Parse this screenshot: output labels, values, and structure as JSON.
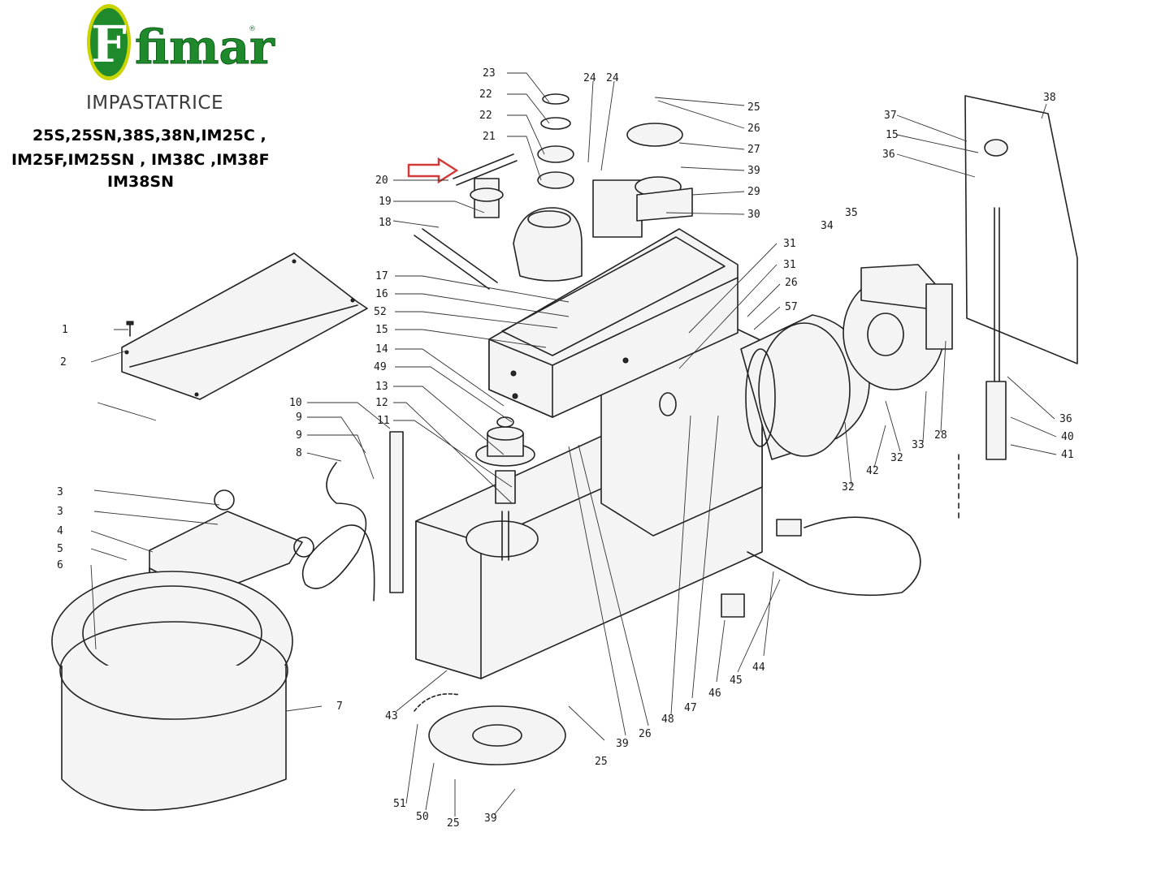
{
  "header": {
    "brand": "fimar",
    "brand_letter": "F",
    "title": "IMPASTATRICE",
    "models": [
      "25S,25SN,38S,38N,IM25C ,",
      "IM25F,IM25SN , IM38C ,IM38F",
      "IM38SN"
    ]
  },
  "colors": {
    "brand_green": "#1f8a2c",
    "brand_green_dark": "#0d5c17",
    "logo_oval": "#c9d400",
    "arrow": "#d23a3a",
    "line": "#222222"
  },
  "callouts": [
    {
      "id": "c-23",
      "label": "23"
    },
    {
      "id": "c-22a",
      "label": "22"
    },
    {
      "id": "c-22b",
      "label": "22"
    },
    {
      "id": "c-21",
      "label": "21"
    },
    {
      "id": "c-20",
      "label": "20"
    },
    {
      "id": "c-19",
      "label": "19"
    },
    {
      "id": "c-18",
      "label": "18"
    },
    {
      "id": "c-24a",
      "label": "24"
    },
    {
      "id": "c-24b",
      "label": "24"
    },
    {
      "id": "c-25a",
      "label": "25"
    },
    {
      "id": "c-26a",
      "label": "26"
    },
    {
      "id": "c-27",
      "label": "27"
    },
    {
      "id": "c-39a",
      "label": "39"
    },
    {
      "id": "c-29",
      "label": "29"
    },
    {
      "id": "c-30",
      "label": "30"
    },
    {
      "id": "c-31a",
      "label": "31"
    },
    {
      "id": "c-31b",
      "label": "31"
    },
    {
      "id": "c-26b",
      "label": "26"
    },
    {
      "id": "c-57",
      "label": "57"
    },
    {
      "id": "c-34",
      "label": "34"
    },
    {
      "id": "c-35",
      "label": "35"
    },
    {
      "id": "c-37",
      "label": "37"
    },
    {
      "id": "c-15a",
      "label": "15"
    },
    {
      "id": "c-36a",
      "label": "36"
    },
    {
      "id": "c-38",
      "label": "38"
    },
    {
      "id": "c-17",
      "label": "17"
    },
    {
      "id": "c-16",
      "label": "16"
    },
    {
      "id": "c-52",
      "label": "52"
    },
    {
      "id": "c-15b",
      "label": "15"
    },
    {
      "id": "c-14",
      "label": "14"
    },
    {
      "id": "c-49",
      "label": "49"
    },
    {
      "id": "c-13",
      "label": "13"
    },
    {
      "id": "c-12",
      "label": "12"
    },
    {
      "id": "c-11",
      "label": "11"
    },
    {
      "id": "c-10",
      "label": "10"
    },
    {
      "id": "c-9a",
      "label": "9"
    },
    {
      "id": "c-9b",
      "label": "9"
    },
    {
      "id": "c-8",
      "label": "8"
    },
    {
      "id": "c-1",
      "label": "1"
    },
    {
      "id": "c-2",
      "label": "2"
    },
    {
      "id": "c-3a",
      "label": "3"
    },
    {
      "id": "c-3b",
      "label": "3"
    },
    {
      "id": "c-4",
      "label": "4"
    },
    {
      "id": "c-5",
      "label": "5"
    },
    {
      "id": "c-6",
      "label": "6"
    },
    {
      "id": "c-7",
      "label": "7"
    },
    {
      "id": "c-36b",
      "label": "36"
    },
    {
      "id": "c-40",
      "label": "40"
    },
    {
      "id": "c-41",
      "label": "41"
    },
    {
      "id": "c-28",
      "label": "28"
    },
    {
      "id": "c-33",
      "label": "33"
    },
    {
      "id": "c-32a",
      "label": "32"
    },
    {
      "id": "c-42",
      "label": "42"
    },
    {
      "id": "c-32b",
      "label": "32"
    },
    {
      "id": "c-43",
      "label": "43"
    },
    {
      "id": "c-44",
      "label": "44"
    },
    {
      "id": "c-45",
      "label": "45"
    },
    {
      "id": "c-46",
      "label": "46"
    },
    {
      "id": "c-47",
      "label": "47"
    },
    {
      "id": "c-48",
      "label": "48"
    },
    {
      "id": "c-26c",
      "label": "26"
    },
    {
      "id": "c-39b",
      "label": "39"
    },
    {
      "id": "c-25b",
      "label": "25"
    },
    {
      "id": "c-51",
      "label": "51"
    },
    {
      "id": "c-50",
      "label": "50"
    },
    {
      "id": "c-25c",
      "label": "25"
    },
    {
      "id": "c-39c",
      "label": "39"
    }
  ]
}
